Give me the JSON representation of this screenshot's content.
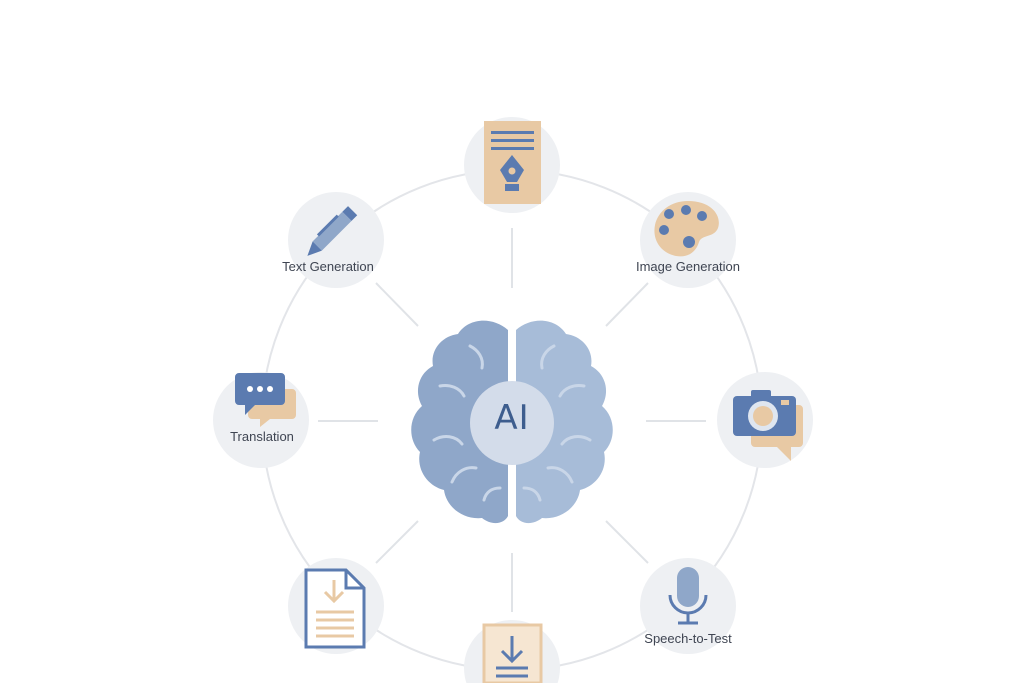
{
  "diagram": {
    "center": {
      "label": "AI",
      "icon": "brain-icon"
    },
    "nodes": [
      {
        "id": "top",
        "icon": "document-pen-icon",
        "label": ""
      },
      {
        "id": "text-generation",
        "icon": "pen-icon",
        "label": "Text Generation"
      },
      {
        "id": "image-generation",
        "icon": "palette-icon",
        "label": "Image Generation"
      },
      {
        "id": "translation",
        "icon": "chat-bubbles-icon",
        "label": "Translation"
      },
      {
        "id": "camera",
        "icon": "camera-chat-icon",
        "label": ""
      },
      {
        "id": "document-download",
        "icon": "document-download-icon",
        "label": ""
      },
      {
        "id": "speech-to-text",
        "icon": "microphone-icon",
        "label": "Speech-to-Test"
      },
      {
        "id": "bottom-download",
        "icon": "download-doc-icon",
        "label": ""
      }
    ]
  },
  "colors": {
    "blue": "#8fa7c9",
    "dark_blue": "#5b7bb0",
    "beige": "#e8c9a4",
    "circle_bg": "#eef0f3",
    "connector": "#dfe2e7"
  }
}
